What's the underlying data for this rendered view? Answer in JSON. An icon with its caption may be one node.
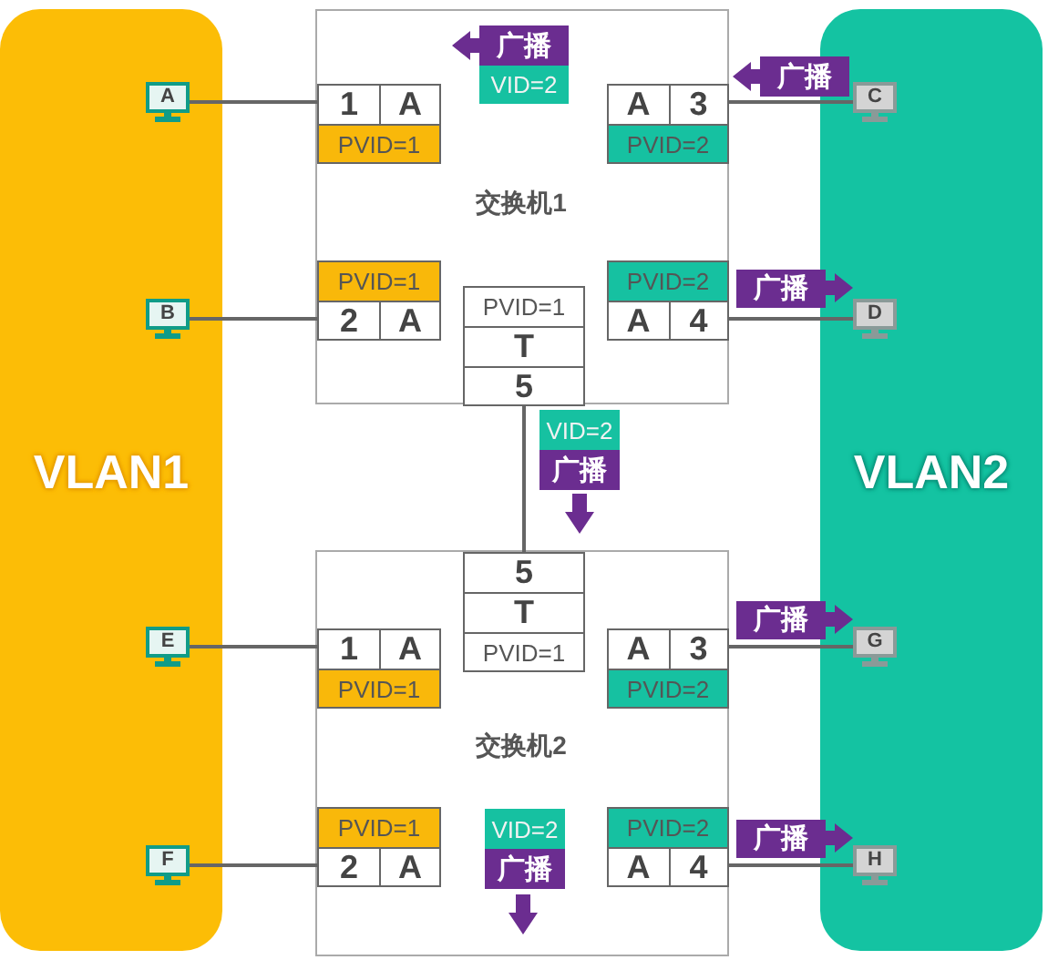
{
  "diagram": {
    "nodes": [
      {
        "text": [
          "VLAN1"
        ]
      },
      {
        "text": [
          "A"
        ],
        "in": 0
      },
      {
        "text": [
          "B"
        ],
        "in": 0
      },
      {
        "text": [
          "E"
        ],
        "in": 0
      },
      {
        "text": [
          "F"
        ],
        "in": 0
      },
      {
        "text": [
          "交换机1"
        ]
      },
      {
        "text": [
          "1",
          "A",
          "PVID=1"
        ],
        "in": 5
      },
      {
        "text": [
          "A",
          "3",
          "PVID=2"
        ],
        "in": 5
      },
      {
        "text": [
          "PVID=1",
          "2",
          "A"
        ],
        "in": 5
      },
      {
        "text": [
          "PVID=1",
          "T",
          "5"
        ],
        "in": 5
      },
      {
        "text": [
          "PVID=2",
          "A",
          "4"
        ],
        "in": 5
      },
      {
        "text": [
          "交换机2"
        ]
      },
      {
        "text": [
          "5",
          "T",
          "PVID=1"
        ],
        "in": 11
      },
      {
        "text": [
          "1",
          "A",
          "PVID=1"
        ],
        "in": 11
      },
      {
        "text": [
          "A",
          "3",
          "PVID=2"
        ],
        "in": 11
      },
      {
        "text": [
          "PVID=1",
          "2",
          "A"
        ],
        "in": 11
      },
      {
        "text": [
          "PVID=2",
          "A",
          "4"
        ],
        "in": 11
      },
      {
        "text": [
          "VLAN2"
        ]
      },
      {
        "text": [
          "C"
        ],
        "in": 17
      },
      {
        "text": [
          "D"
        ],
        "in": 17
      },
      {
        "text": [
          "G"
        ],
        "in": 17
      },
      {
        "text": [
          "H"
        ],
        "in": 17
      }
    ],
    "edges": [
      {
        "from": 1,
        "to": 6,
        "arrow": "none"
      },
      {
        "from": 2,
        "to": 8,
        "arrow": "none"
      },
      {
        "from": 3,
        "to": 13,
        "arrow": "none"
      },
      {
        "from": 4,
        "to": 15,
        "arrow": "none"
      },
      {
        "from": 18,
        "to": 7,
        "arrow": "none"
      },
      {
        "from": 19,
        "to": 10,
        "arrow": "none"
      },
      {
        "from": 20,
        "to": 14,
        "arrow": "none"
      },
      {
        "from": 21,
        "to": 16,
        "arrow": "none"
      },
      {
        "from": 9,
        "to": 12,
        "arrow": "none"
      }
    ],
    "labels": [
      "广播",
      "VID=2",
      "广播",
      "广播",
      "VID=2",
      "广播",
      "广播",
      "VID=2",
      "广播",
      "广播"
    ]
  }
}
